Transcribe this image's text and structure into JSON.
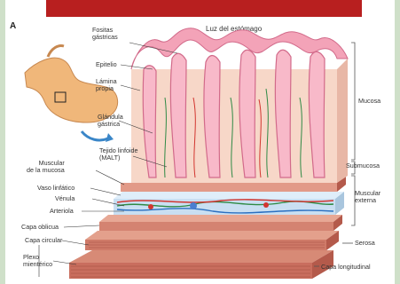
{
  "panel_letter": "A",
  "lumen_label": "Luz del estómago",
  "left_labels": {
    "fositas": "Fositas\ngástricas",
    "epitelio": "Epitelio",
    "lamina": "Lámina\npropia",
    "glandula": "Glándula\ngástrica",
    "tejido": "Tejido linfoide\n(MALT)",
    "muscular_mucosa": "Muscular\nde la mucosa",
    "vaso": "Vaso linfático",
    "vena": "Vénula",
    "arteriola": "Arteriola",
    "oblicua": "Capa oblicua",
    "circular": "Capa circular",
    "plexo": "Plexo\nmientérico"
  },
  "right_labels": {
    "mucosa": "Mucosa",
    "submucosa": "Submucosa",
    "muscular_externa": "Muscular\nexterna",
    "serosa": "Serosa",
    "longitudinal": "Capa longitudinal"
  },
  "colors": {
    "banner": "#b81f1f",
    "mucosa": "#f3a3b8",
    "lamina": "#f7d7c8",
    "submucosa": "#c9dff2",
    "muscle": "#c46a5a",
    "stomach": "#f0b77a"
  }
}
